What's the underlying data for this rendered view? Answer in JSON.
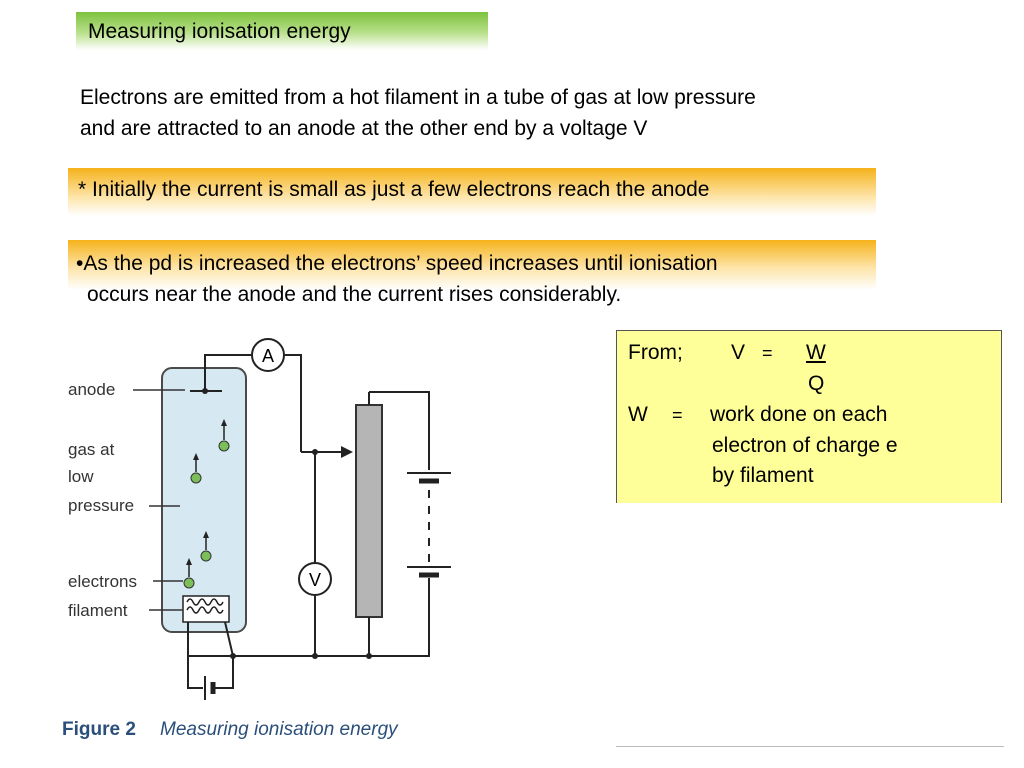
{
  "title": "Measuring ionisation energy",
  "intro": {
    "line1": "Electrons are emitted from a hot filament in a tube of gas at low pressure",
    "line2": "and are attracted to an anode at the other end by a voltage V"
  },
  "bullet1": "* Initially the current is small as just a few electrons reach the anode",
  "bullet2": {
    "line1": "•As the pd is increased the electrons’ speed increases until ionisation",
    "line2": "occurs near the anode and the current rises considerably."
  },
  "formula": {
    "from": "From;",
    "v": "V",
    "eq": "=",
    "numerator": "W",
    "denominator": "Q",
    "w_symbol": "W",
    "w_eq": "=",
    "def1": "work done on each",
    "def2": "electron of charge e",
    "def3": "by filament"
  },
  "figure": {
    "labels": {
      "anode": "anode",
      "gas1": "gas at",
      "gas2": "low",
      "gas3": "pressure",
      "electrons": "electrons",
      "filament": "filament"
    },
    "ammeter": "A",
    "voltmeter": "V",
    "caption_num": "Figure 2",
    "caption_text": "Measuring ionisation energy"
  },
  "colors": {
    "title_band": "#7dc23e",
    "bullet_band": "#f5b21a",
    "formula_box": "#ffff99",
    "tube_fill": "#d6e8f2",
    "electron_fill": "#7cbf5a",
    "label_color": "#333333"
  }
}
